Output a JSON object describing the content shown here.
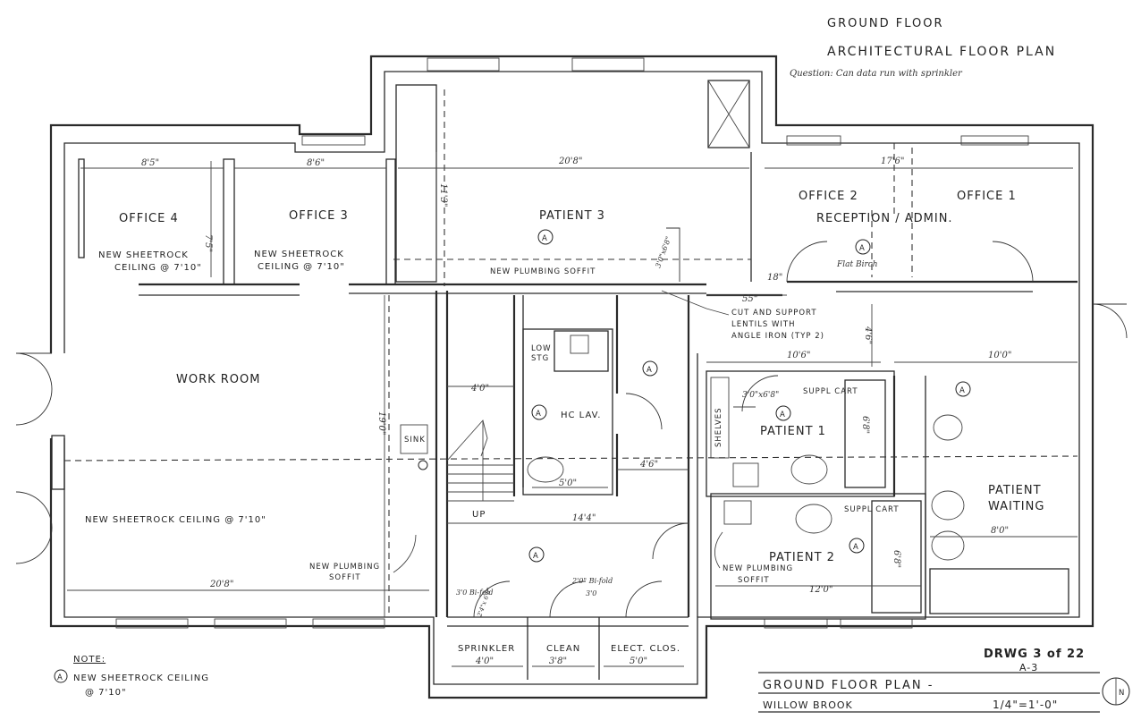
{
  "header": {
    "line1": "GROUND FLOOR",
    "line2": "ARCHITECTURAL FLOOR PLAN",
    "note": "Question: Can data run with sprinkler"
  },
  "rooms": {
    "office4": "OFFICE 4",
    "office3": "OFFICE 3",
    "patient3": "PATIENT 3",
    "office2": "OFFICE 2",
    "office1": "OFFICE 1",
    "reception": "RECEPTION / ADMIN.",
    "work_room": "WORK ROOM",
    "hc_lav": "HC LAV.",
    "patient1": "PATIENT 1",
    "patient2": "PATIENT 2",
    "patient_waiting_1": "PATIENT",
    "patient_waiting_2": "WAITING",
    "sprinkler": "SPRINKLER",
    "clean": "CLEAN",
    "elec_clos": "ELECT. CLOS.",
    "shelves": "SHELVES",
    "sink": "SINK",
    "low_stg_1": "LOW",
    "low_stg_2": "STG",
    "supply_cart": "SUPPL CART",
    "up": "UP"
  },
  "tags": {
    "a": "A"
  },
  "annotations": {
    "sheetrock_1": "NEW SHEETROCK",
    "sheetrock_o4": "CEILING @ 7'10\"",
    "sheetrock_o3": "CEILING @ 7'10\"",
    "sheetrock_work": "NEW SHEETROCK CEILING @ 7'10\"",
    "plumbing_soffit_top": "NEW PLUMBING SOFFIT",
    "plumbing_soffit_left_1": "NEW PLUMBING",
    "plumbing_soffit_left_2": "SOFFIT",
    "plumbing_soffit_right_1": "NEW PLUMBING",
    "plumbing_soffit_right_2": "SOFFIT",
    "lintels_1": "CUT AND SUPPORT",
    "lintels_2": "LENTILS WITH",
    "lintels_3": "ANGLE IRON (TYP 2)",
    "flat_birch": "Flat Birch",
    "door_3068": "3'0\"x6'8\"",
    "door_3068_b": "3'0\"x6'8\"",
    "bifold_30": "3'0 Bi-fold",
    "bifold_20": "2'0\" Bi-fold",
    "bifold_30b": "3'0",
    "bifold_2468": "2'4\"x 6'8\""
  },
  "dimensions": {
    "d_8_5": "8'5\"",
    "d_8_6": "8'6\"",
    "d_20_8_top": "20'8\"",
    "d_17_6": "17'6\"",
    "d_7_5": "7'5\"",
    "d_11_3": "11'3\"",
    "d_19_0": "19'0\"",
    "d_4_0_stair": "4'0\"",
    "d_4_6_hall": "4'6\"",
    "d_5_0_lav": "5'0\"",
    "d_14_4": "14'4\"",
    "d_20_8_bottom": "20'8\"",
    "d_55": "55\"",
    "d_18": "18\"",
    "d_10_6": "10'6\"",
    "d_10_0": "10'0\"",
    "d_4_6_v": "4'6\"",
    "d_6_8_p1": "6'8\"",
    "d_6_8_p2": "6'8\"",
    "d_8_0": "8'0\"",
    "d_12_0": "12'0\"",
    "d_4_0_spr": "4'0\"",
    "d_3_8": "3'8\"",
    "d_5_0_elec": "5'0\""
  },
  "note_block": {
    "title": "NOTE:",
    "line1": "NEW SHEETROCK CEILING",
    "line2": "@ 7'10\""
  },
  "title_block": {
    "drawing_no": "DRWG 3 of 22",
    "sheet": "A-3",
    "plan_title": "GROUND FLOOR PLAN -",
    "project": "WILLOW BROOK",
    "scale": "1/4\"=1'-0\"",
    "north": "N"
  }
}
